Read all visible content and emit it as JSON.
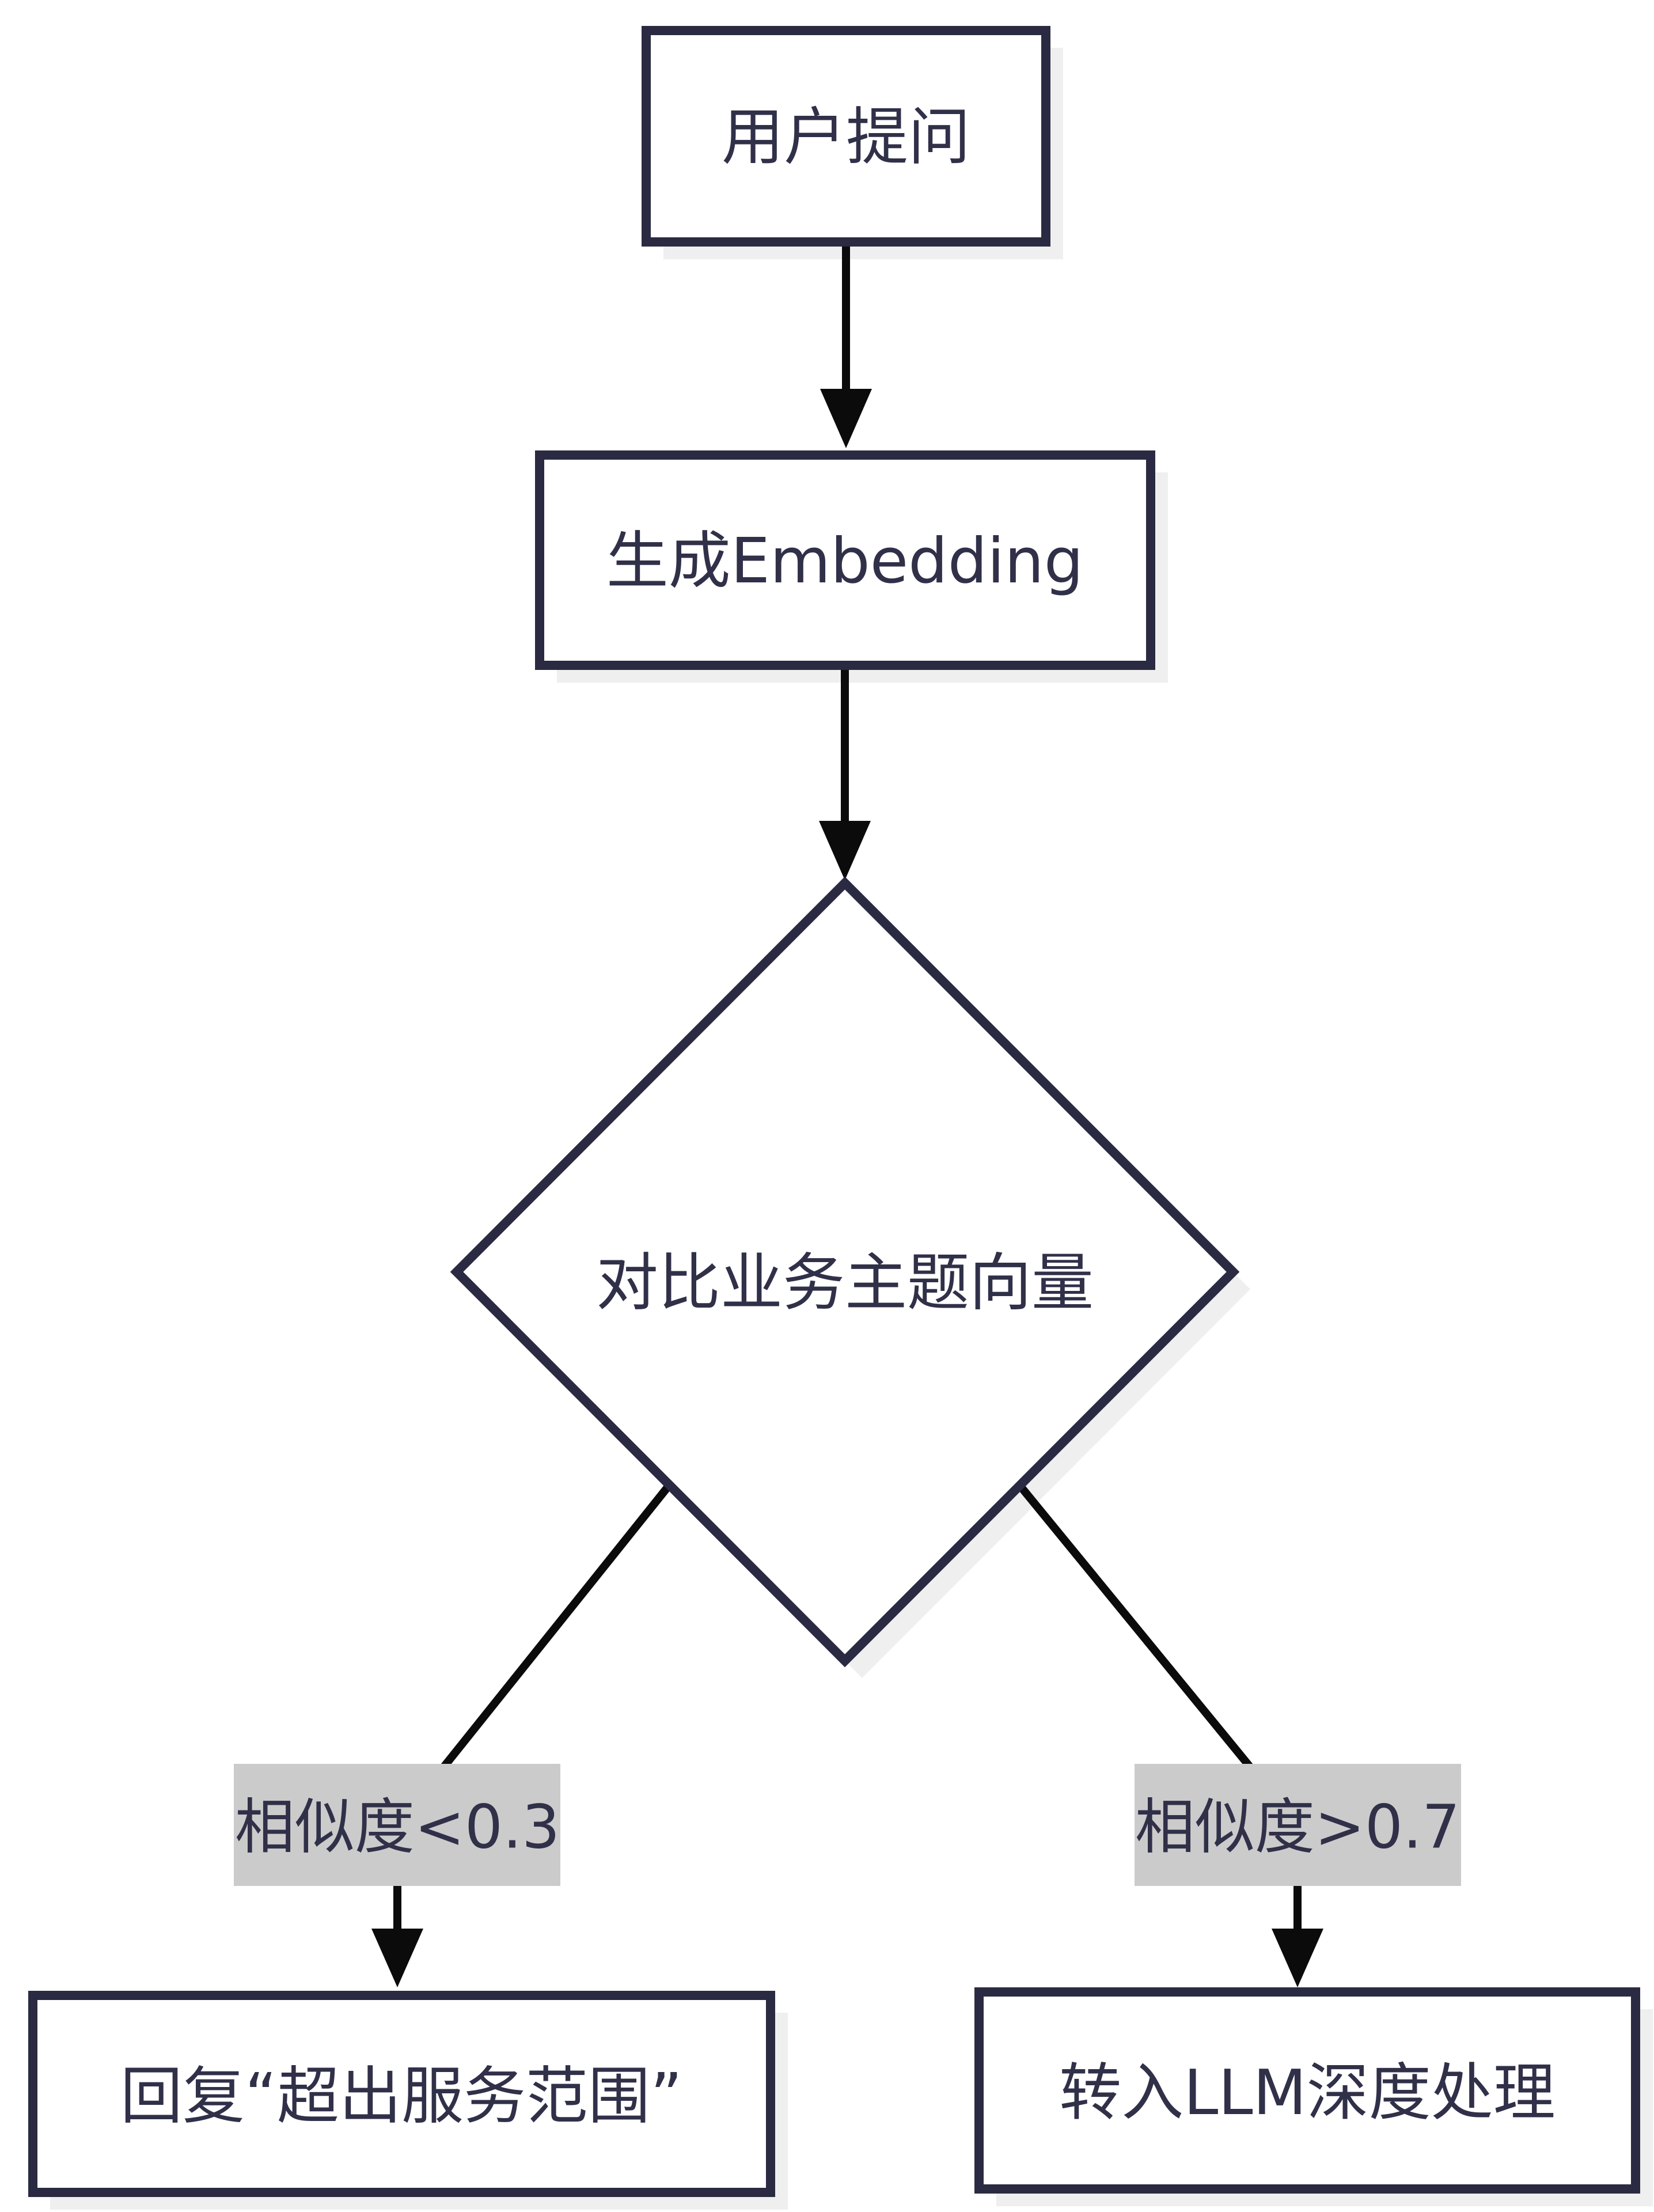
{
  "diagram": {
    "type": "flowchart",
    "colors": {
      "background": "#ffffff",
      "node_border": "#2a2a42",
      "node_fill": "#ffffff",
      "text": "#303049",
      "connector": "#0b0b0b",
      "shadow": "#efefef",
      "edge_label_bg": "#cbcbcb"
    },
    "nodes": {
      "user_question": {
        "label": "用户提问",
        "shape": "rectangle"
      },
      "generate_embedding": {
        "label": "生成Embedding",
        "shape": "rectangle"
      },
      "compare_vectors": {
        "label": "对比业务主题向量",
        "shape": "diamond"
      },
      "reply_out_of_scope": {
        "label": "回复“超出服务范围”",
        "shape": "rectangle"
      },
      "llm_deep_processing": {
        "label": "转入LLM深度处理",
        "shape": "rectangle"
      }
    },
    "edges": {
      "question_to_embedding": {
        "from": "user_question",
        "to": "generate_embedding",
        "label": ""
      },
      "embedding_to_compare": {
        "from": "generate_embedding",
        "to": "compare_vectors",
        "label": ""
      },
      "low_similarity": {
        "from": "compare_vectors",
        "to": "reply_out_of_scope",
        "label": "相似度<0.3"
      },
      "high_similarity": {
        "from": "compare_vectors",
        "to": "llm_deep_processing",
        "label": "相似度>0.7"
      }
    }
  }
}
